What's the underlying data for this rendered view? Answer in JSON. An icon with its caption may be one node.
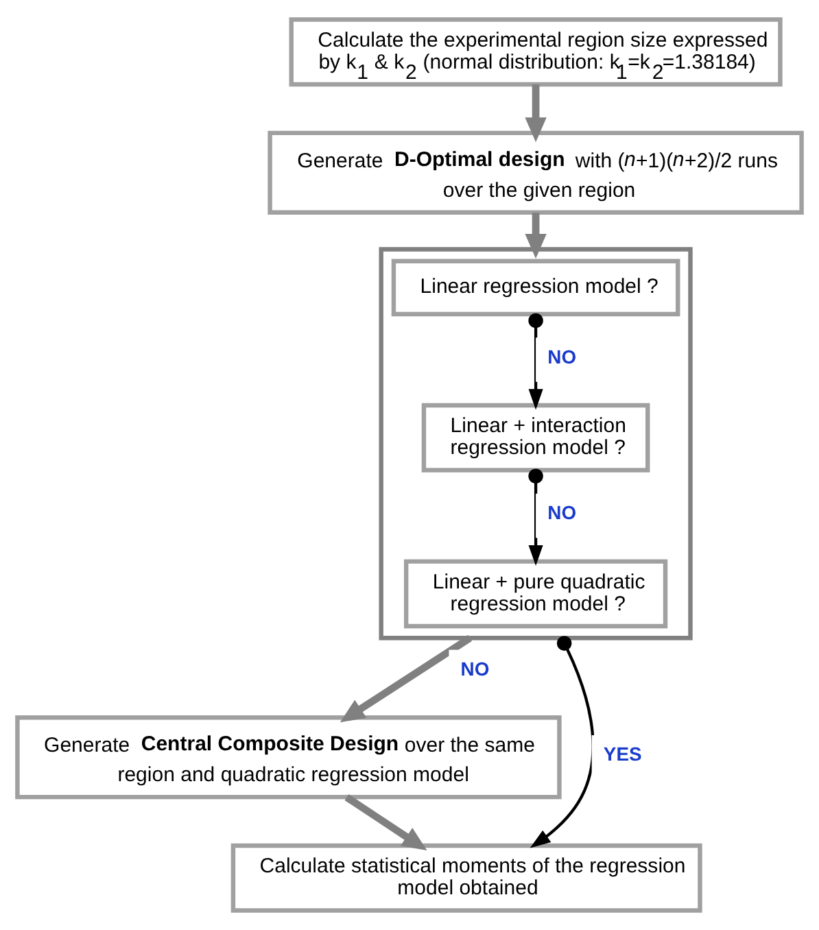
{
  "diagram": {
    "nodes": [
      {
        "text": [
          "Calculate the experimental region size expressed by k$_{1}$ & k$_{2}$ (normal distribution: k$_{1}$=k$_{2}$=1.38184)"
        ]
      },
      {
        "text": [
          "Generate **D-Optimal design** with (*n*+1)(*n*+2)/2 runs over the given region"
        ]
      },
      {
        "text": [],
        "shape": "box"
      },
      {
        "text": [
          "Linear regression model ?"
        ],
        "in": 2
      },
      {
        "text": [
          "Linear + interaction regression model ?"
        ],
        "in": 2
      },
      {
        "text": [
          "Linear + pure quadratic regression model ?"
        ],
        "in": 2
      },
      {
        "text": [
          "Generate **Central Composite Design** over the same region and quadratic regression model"
        ]
      },
      {
        "text": [
          "Calculate statistical moments of the regression model obtained"
        ]
      }
    ],
    "edges": [
      {
        "from": 0,
        "to": 1,
        "arrow": "to"
      },
      {
        "from": 1,
        "to": 2,
        "arrow": "to"
      },
      {
        "from": 3,
        "to": 4,
        "arrow": "to",
        "label": "NO",
        "color": "#000000"
      },
      {
        "from": 4,
        "to": 5,
        "arrow": "to",
        "label": "NO",
        "color": "#000000"
      },
      {
        "from": 2,
        "to": 6,
        "arrow": "to",
        "label": "NO"
      },
      {
        "from": 6,
        "to": 7,
        "arrow": "to"
      },
      {
        "from": 2,
        "to": 7,
        "arrow": "to",
        "label": "YES",
        "color": "#000000"
      }
    ]
  }
}
